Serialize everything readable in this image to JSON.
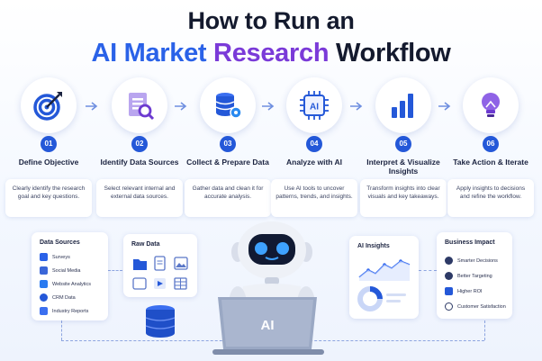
{
  "title": {
    "line1": "How to Run an",
    "line2_part1": "AI Market",
    "line2_part2": "Research",
    "line2_part3": "Workflow"
  },
  "colors": {
    "primary": "#2458d8",
    "purple": "#7a3ad8",
    "ink": "#141a2e"
  },
  "steps": [
    {
      "num": "01",
      "title": "Define Objective",
      "desc": "Clearly identify the research goal and key questions.",
      "icon": "target-icon"
    },
    {
      "num": "02",
      "title": "Identify Data Sources",
      "desc": "Select relevant internal and external data sources.",
      "icon": "document-search-icon"
    },
    {
      "num": "03",
      "title": "Collect & Prepare Data",
      "desc": "Gather data and clean it for accurate analysis.",
      "icon": "database-gear-icon"
    },
    {
      "num": "04",
      "title": "Analyze with AI",
      "desc": "Use AI tools to uncover patterns, trends, and insights.",
      "icon": "ai-chip-icon"
    },
    {
      "num": "05",
      "title": "Interpret & Visualize Insights",
      "desc": "Transform insights into clear visuals and key takeaways.",
      "icon": "bar-chart-icon"
    },
    {
      "num": "06",
      "title": "Take Action & Iterate",
      "desc": "Apply insights to decisions and refine the workflow.",
      "icon": "lightbulb-icon"
    }
  ],
  "data_sources": {
    "title": "Data Sources",
    "items": [
      "Surveys",
      "Social Media",
      "Website Analytics",
      "CRM Data",
      "Industry Reports"
    ]
  },
  "raw_data": {
    "title": "Raw Data"
  },
  "laptop": {
    "label": "AI"
  },
  "ai_insights": {
    "title": "AI Insights"
  },
  "business_impact": {
    "title": "Business Impact",
    "items": [
      "Smarter Decisions",
      "Better Targeting",
      "Higher ROI",
      "Customer Satisfaction"
    ]
  }
}
